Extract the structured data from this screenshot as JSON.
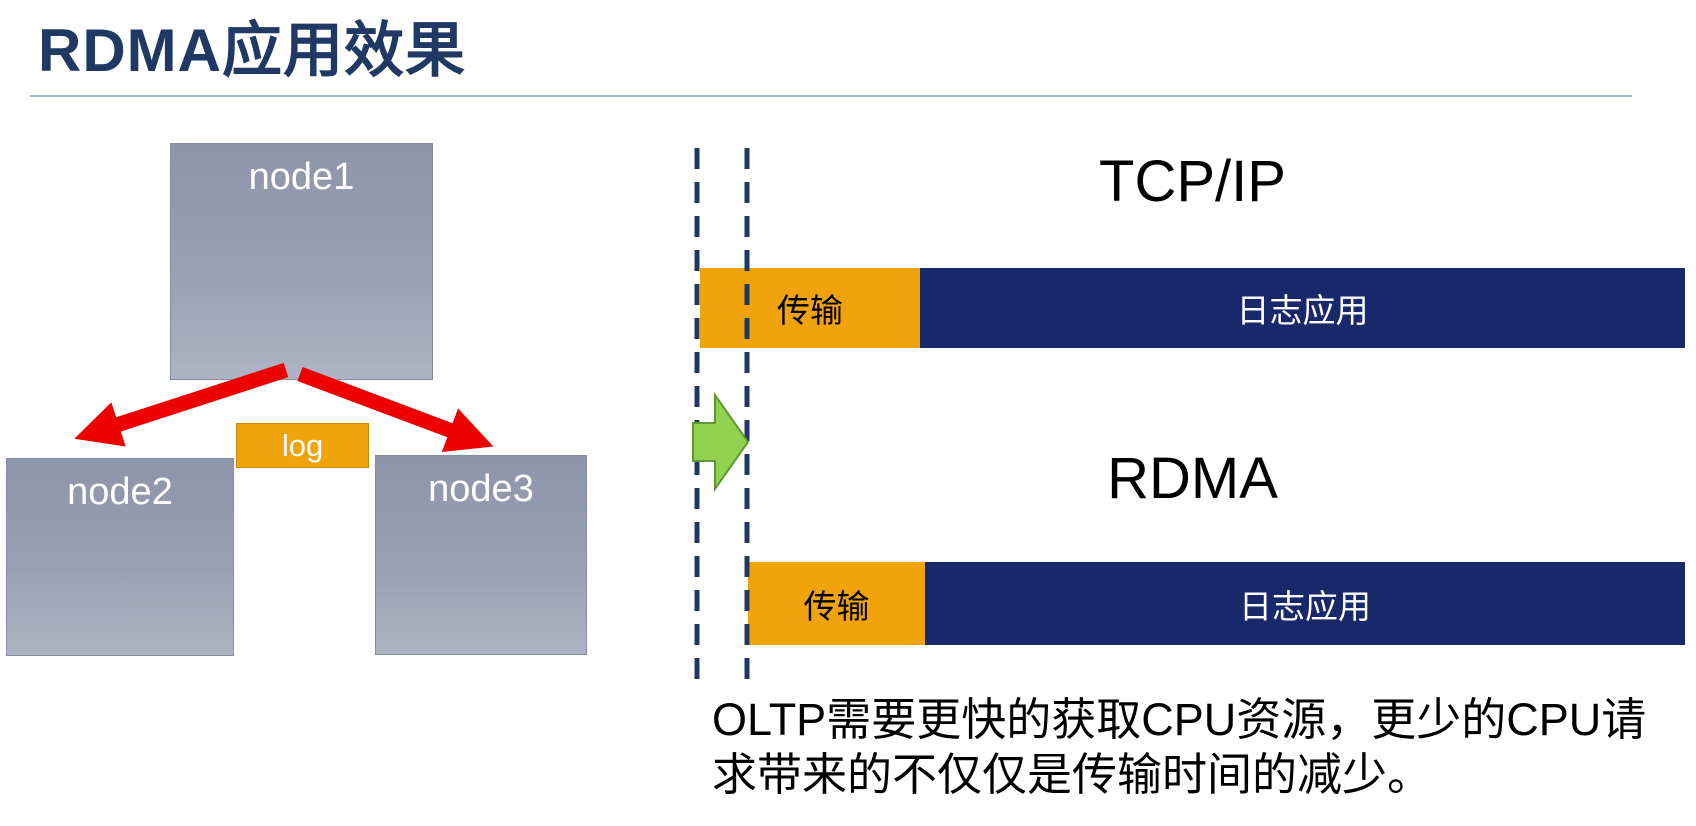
{
  "slide": {
    "title": "RDMA应用效果"
  },
  "cluster": {
    "node1_label": "node1",
    "node2_label": "node2",
    "node3_label": "node3",
    "log_label": "log"
  },
  "comparison": {
    "tcpip_title": "TCP/IP",
    "tcpip_transfer_label": "传输",
    "tcpip_app_label": "日志应用",
    "rdma_title": "RDMA",
    "rdma_transfer_label": "传输",
    "rdma_app_label": "日志应用",
    "caption_lines": [
      "OLTP需要更快的获取CPU资源，更少的CPU请",
      "求带来的不仅仅是传输时间的减少。"
    ]
  },
  "colors": {
    "title_text": "#1F3864",
    "bar_navy": "#17286B",
    "accent_orange": "#F0A30A",
    "arrow_red": "#EE0000",
    "arrow_green": "#92D050",
    "dashed_line": "#1F3864",
    "node_fill_top": "#8D95AA",
    "node_fill_bottom": "#AEB3C5"
  }
}
